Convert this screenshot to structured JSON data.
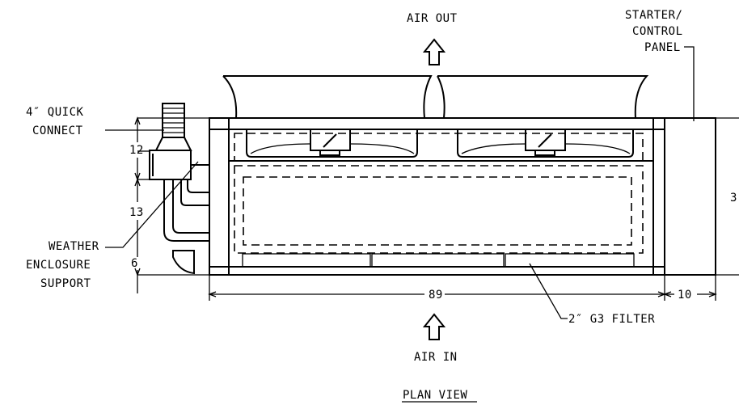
{
  "labels": {
    "air_out": "AIR OUT",
    "air_in": "AIR IN",
    "starter_line1": "STARTER/",
    "starter_line2": "CONTROL",
    "starter_line3": "PANEL",
    "quick_line1": "4″ QUICK",
    "quick_line2": "CONNECT",
    "weather_line1": "WEATHER",
    "weather_line2": "ENCLOSURE",
    "weather_line3": "SUPPORT",
    "filter": "2″ G3 FILTER",
    "plan_view": "PLAN VIEW"
  },
  "dimensions": {
    "d12": "12",
    "d13": "13",
    "d6": "6",
    "d89": "89",
    "d10": "10",
    "d3": "3"
  }
}
